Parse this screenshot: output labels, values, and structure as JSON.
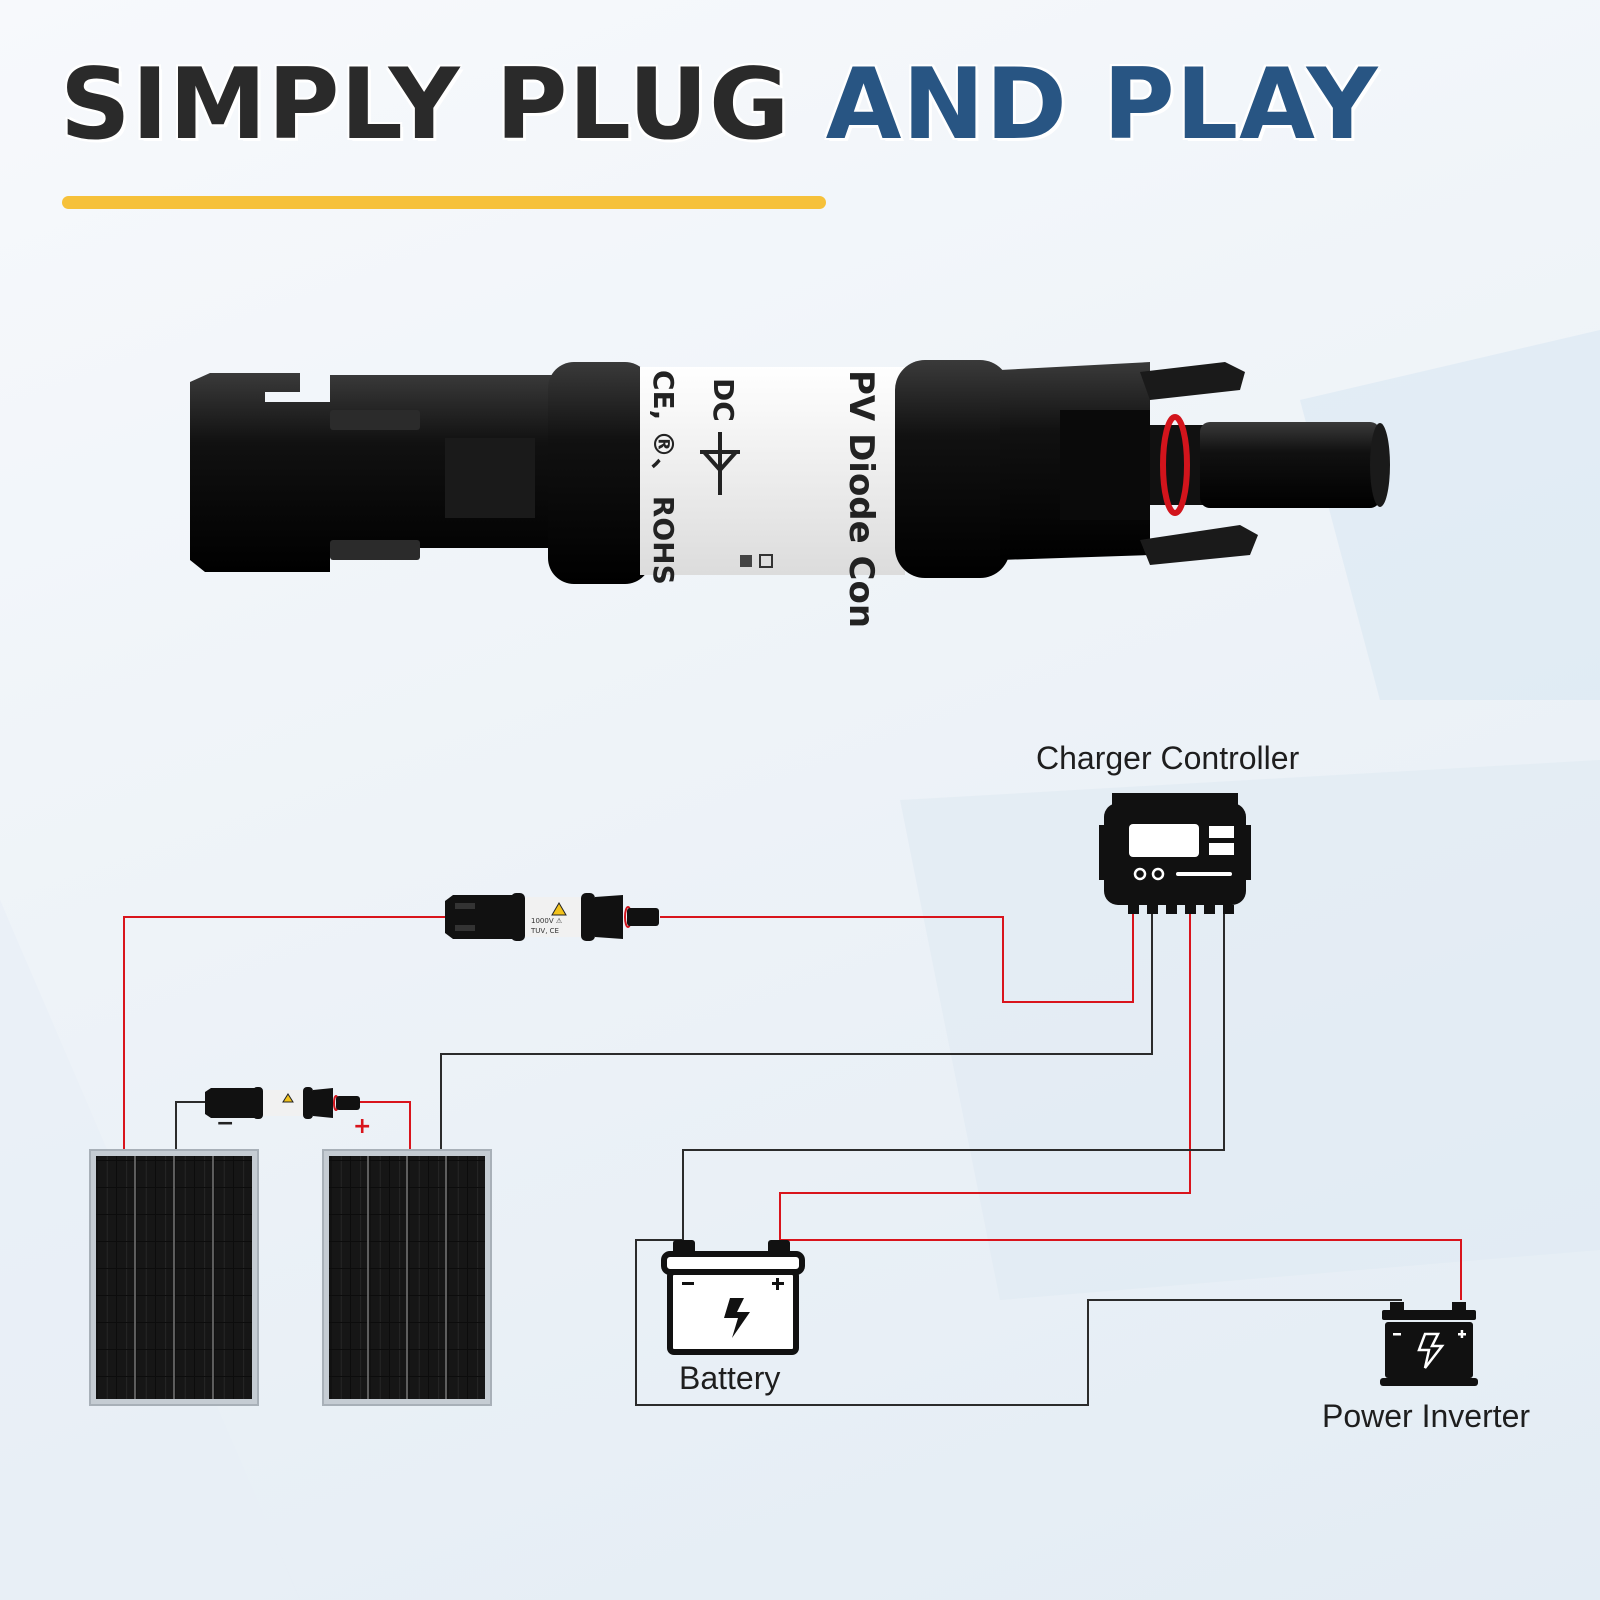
{
  "headline": {
    "part1": "SIMPLY PLUG",
    "part2": "AND PLAY",
    "part1_color": "#2a2a2a",
    "part2_color": "#285583",
    "underline_color": "#f6c13a"
  },
  "product": {
    "label_line1": "PV Diode Con",
    "label_line2": "DC",
    "label_line3": "CE, ®、 ROHS"
  },
  "small_connector": {
    "label_line1": "1000V ⚠",
    "label_line2": "TUV, CE"
  },
  "polarity": {
    "negative": "−",
    "positive": "+"
  },
  "components": {
    "charger_controller": "Charger Controller",
    "battery": "Battery",
    "power_inverter": "Power Inverter"
  },
  "colors": {
    "positive_wire": "#d9141c",
    "negative_wire": "#2b2b2b",
    "icon": "#111111"
  }
}
